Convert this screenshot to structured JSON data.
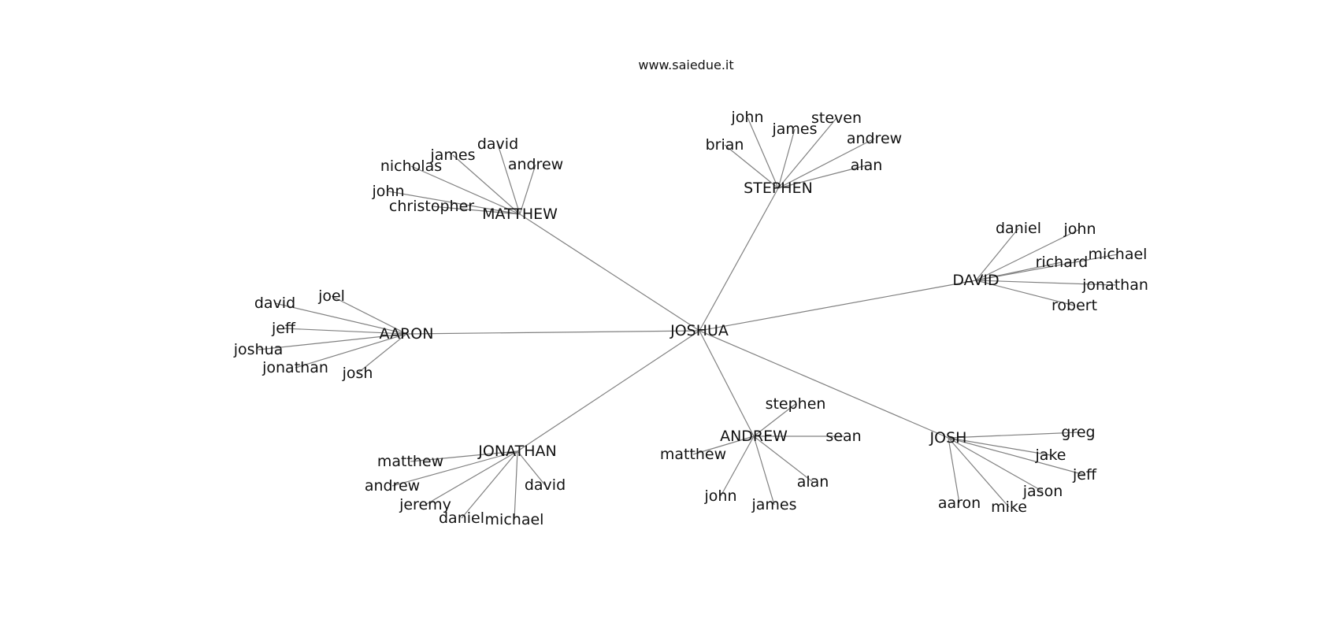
{
  "watermark": "www.saiedue.it",
  "graph": {
    "center": "JOSHUA",
    "hubs": [
      {
        "label": "MATTHEW",
        "leaves": [
          "nicholas",
          "james",
          "david",
          "andrew",
          "john",
          "christopher"
        ]
      },
      {
        "label": "STEPHEN",
        "leaves": [
          "john",
          "james",
          "steven",
          "andrew",
          "brian",
          "alan"
        ]
      },
      {
        "label": "DAVID",
        "leaves": [
          "daniel",
          "john",
          "richard",
          "michael",
          "jonathan",
          "robert"
        ]
      },
      {
        "label": "AARON",
        "leaves": [
          "joel",
          "david",
          "jeff",
          "joshua",
          "jonathan",
          "josh"
        ]
      },
      {
        "label": "JONATHAN",
        "leaves": [
          "matthew",
          "andrew",
          "jeremy",
          "daniel",
          "michael",
          "david"
        ]
      },
      {
        "label": "ANDREW",
        "leaves": [
          "stephen",
          "sean",
          "matthew",
          "alan",
          "john",
          "james"
        ]
      },
      {
        "label": "JOSH",
        "leaves": [
          "greg",
          "jake",
          "jeff",
          "jason",
          "mike",
          "aaron"
        ]
      }
    ]
  }
}
